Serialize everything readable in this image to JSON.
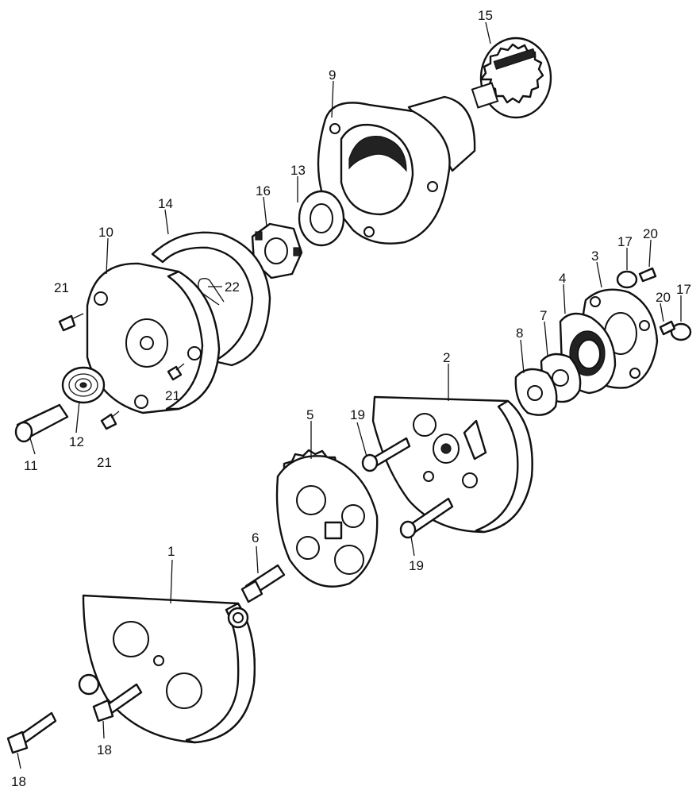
{
  "parts": [
    {
      "id": "part-1",
      "number": "1"
    },
    {
      "id": "part-2",
      "number": "2"
    },
    {
      "id": "part-3",
      "number": "3"
    },
    {
      "id": "part-4",
      "number": "4"
    },
    {
      "id": "part-5",
      "number": "5"
    },
    {
      "id": "part-6",
      "number": "6"
    },
    {
      "id": "part-7",
      "number": "7"
    },
    {
      "id": "part-8",
      "number": "8"
    },
    {
      "id": "part-9",
      "number": "9"
    },
    {
      "id": "part-10",
      "number": "10"
    },
    {
      "id": "part-11",
      "number": "11"
    },
    {
      "id": "part-12",
      "number": "12"
    },
    {
      "id": "part-13",
      "number": "13"
    },
    {
      "id": "part-14",
      "number": "14"
    },
    {
      "id": "part-15",
      "number": "15"
    },
    {
      "id": "part-16",
      "number": "16"
    },
    {
      "id": "part-17a",
      "number": "17"
    },
    {
      "id": "part-17b",
      "number": "17"
    },
    {
      "id": "part-18a",
      "number": "18"
    },
    {
      "id": "part-18b",
      "number": "18"
    },
    {
      "id": "part-19a",
      "number": "19"
    },
    {
      "id": "part-19b",
      "number": "19"
    },
    {
      "id": "part-20a",
      "number": "20"
    },
    {
      "id": "part-20b",
      "number": "20"
    },
    {
      "id": "part-21a",
      "number": "21"
    },
    {
      "id": "part-21b",
      "number": "21"
    },
    {
      "id": "part-21c",
      "number": "21"
    },
    {
      "id": "part-22",
      "number": "22"
    }
  ]
}
